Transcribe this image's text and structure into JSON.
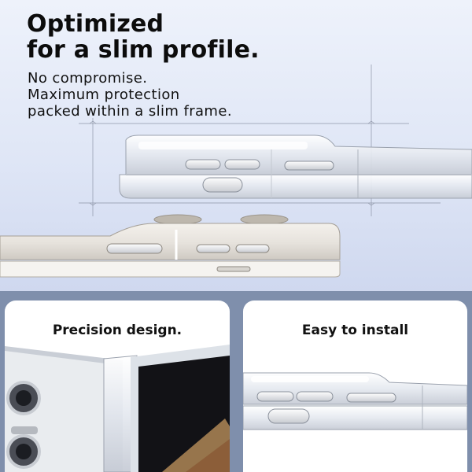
{
  "hero": {
    "headline": "Optimized\nfor a slim profile.",
    "subtext": "No compromise.\nMaximum protection\npacked within a slim frame."
  },
  "cards": [
    {
      "title": "Precision design."
    },
    {
      "title": "Easy to install"
    }
  ],
  "colors": {
    "background": "#7f8fac",
    "hero_top": "#eef2fb",
    "hero_bottom": "#cfd8ef",
    "card": "#ffffff",
    "text": "#111111"
  }
}
